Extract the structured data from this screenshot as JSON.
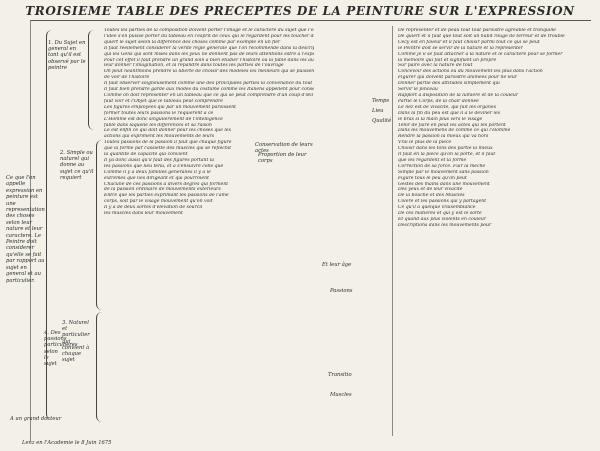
{
  "title": "TROISIEME TABLE DES PRECEPTES DE LA PEINTURE SUR L'EXPRESSION",
  "intro_note": "Ce que l'on appelle expression en peinture est une representation des choses selon leur nature et leur caractere. Le Peintre doit considerer qu'elle se fait par rapport au sujet en general et au particulier.",
  "section1_label": "1. Du Sujet en general en tant qu'il est observé par le peintre",
  "section2_label": "2. Simple ou naturel qui donne au sujet ce qu'il requiert",
  "section3_label": "3. Naturel et particulier qui convient à chaque sujet",
  "section4_label": "4. Des passions particulieres selon le sujet",
  "mid_labels": [
    "Conservation de leurs actes",
    "Proportion de leur corps",
    "Temps",
    "Lieu",
    "Qualité",
    "Passions",
    "Transitio",
    "Muscles",
    "Et leur âge"
  ],
  "footer_left": "A un grand docteur",
  "footer_bottom": "Lenz en l'Academie le 8 Juin 1675",
  "col1_lines": [
    "Toutes les parties de la composition doivent porter l'image et le caractere du sujet que l'on veut representer afin que",
    "l'idée s'en puisse porter du tableau en l'esprit de ceux qui le regardent pour les toucher des passions que re-",
    "quiert le sujet selon la difference des choses comme par exemple en un fier",
    "Il faut réellement considerer la verite regle generale que l'on recommende dans la description de l'histoire",
    "qui les Gens qui sont mises dans les yeux ne donnent pas de leurs attentions estre à l'espece des choses",
    "Pour cet effet il faut prendre un grand soin à bien etudier l'histoire ou la fable dans les auteurs",
    "leur donner l'imagination, et la repandre dans toutes les parties de l'ouvrage",
    "On peut neantmoins prendre la liberté de choisir des modeles les meilleurs qui se puissent",
    "de voir de l'histoire",
    "Il faut observer soigneusement comme une des principales parties la convenance du tout ensemble",
    "Il faut bien prendre garde aux modes du costume comme les Italiens appellent pour conserver",
    "Comme on doit representer en un tableau que ce qui se peut comprendre d'un coup d'œil",
    "faut voir et l'Objet que le tableau peut comprendre",
    "Les figures employées qui par un mouvement paroissent",
    "former toutes leurs passions le requierent a ce",
    "L'Homme est donc singulierement de l'intelligence",
    "fable dans laquelle les differences et sa raison",
    "Le est enfin ce qui doit donner pour les choses que les",
    "actions qui expriment les mouvements de leurs",
    "Toutes passions de la passion il faut que chaque figure",
    "que la forme par l'assiette des muscles qui se reflechit",
    "la quantité de capacité qui convient",
    "Il ya donc aussi qu'il faut des figures portant la",
    "les passions que lieu tenu, et à s'ensuivre celle que",
    "Comme il y a deux familles generalles il y a le",
    "extremes que lies dirigeant et qui pourroient",
    "Chacune de ces passions a divers degrés qui forment",
    "de la passion ordinaire de mouvements extérieurs",
    "Entre que les parties exprimant les passions de l'âme",
    "corps, soit par le visage mouvement qu'on voit",
    "Il y a de deux sortes d'elevation de sourcil",
    "les muscles dans leur mouvement"
  ],
  "col2_lines": [
    "De representer et de peau tout tout paroistre agreable et tranquille",
    "De quiert et il faut que tout soit un habit rouge de terreur et de trouble",
    "Cecy est en faveur et il faut choisir parmi tout ce qui se peut",
    "le Peintre doit se servir de la nature et la representer",
    "Comme je il se faut attacher à la nature et le caractere pour se former",
    "la memoire qui fait et signifiant un propre",
    "Sur paire avec la nature de tout",
    "Concevoir des actions ou du mouvement les plus dans l'action",
    "Figurer qui doivent paroistre animées pour ne leur",
    "Donner partie des attitudes simplement qui",
    "Servir le pinceau",
    "Rapport à disposition de la lumiere et de la couleur",
    "Partie le Corps, de la chair donnée",
    "Le nez est de vivacité, qui fait les organes",
    "Dans la fin du peu est que il a le deviner les",
    "le bras si la main plus vers le visage",
    "Tenir de faire en peut les actes qui les portent",
    "Dans les mouvemens de comme ce qui l'Homme",
    "Rendre la passion la mieux qui va hors",
    "Vrai le plus de la piece",
    "Choisir dans les tons des partie la mieux",
    "Il faut en la piece qu'on la porte, et il faut",
    "que les regardent et la forme",
    "Correction de sa force. Fuir la meche",
    "Simple par le mouvement sans passion",
    "Figure tous le peu qu'on peut",
    "Gestes des mains dans une mouvement",
    "Des yeux et de leur vivacité",
    "De la bouche et des Muscles",
    "Colere et les passions qui y partagent",
    "Ce qu'il a quelque vraisemblance",
    "De ces matières et qui y est le sorte",
    "Et quand aux plus violents en couleur",
    "Descriptions dans les mouvements pour"
  ]
}
